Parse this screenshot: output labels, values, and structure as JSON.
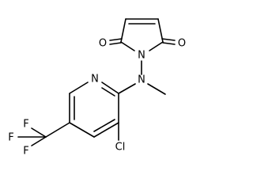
{
  "molecule": {
    "atoms": {
      "o_left": "O",
      "o_right": "O",
      "n_imide": "N",
      "n_amine": "N",
      "n_pyridine": "N",
      "cl": "Cl",
      "f_top": "F",
      "f_left": "F",
      "f_bottom": "F"
    }
  },
  "colors": {
    "bond": "#000000",
    "label": "#000000",
    "background": "#ffffff"
  }
}
